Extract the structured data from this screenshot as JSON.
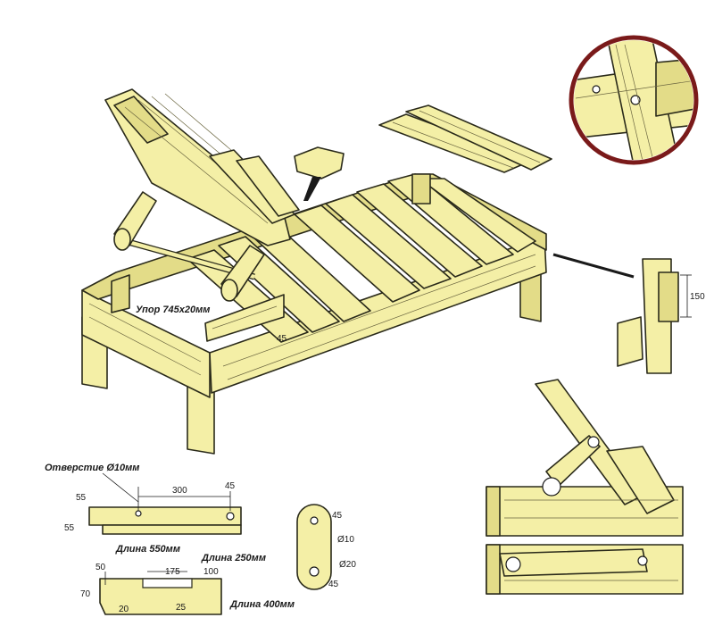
{
  "labels": {
    "stop_label": "Упор 745х20мм",
    "hole_label": "Отверстие Ø10мм",
    "length_550": "Длина 550мм",
    "length_250": "Длина 250мм",
    "length_400": "Длина 400мм"
  },
  "dimensions": {
    "d45_main": "45",
    "d150": "150",
    "d55_top": "55",
    "d300": "300",
    "d45_a": "45",
    "d55_left": "55",
    "d45_oval_top": "45",
    "d10_oval": "Ø10",
    "d20_oval": "Ø20",
    "d45_oval_bottom": "45",
    "d50": "50",
    "d175": "175",
    "d100": "100",
    "d70": "70",
    "d20": "20",
    "d25": "25"
  },
  "colors": {
    "wood": "#f4efa6",
    "outline": "#2a2a1a",
    "detail_ring": "#7a1a1a"
  }
}
